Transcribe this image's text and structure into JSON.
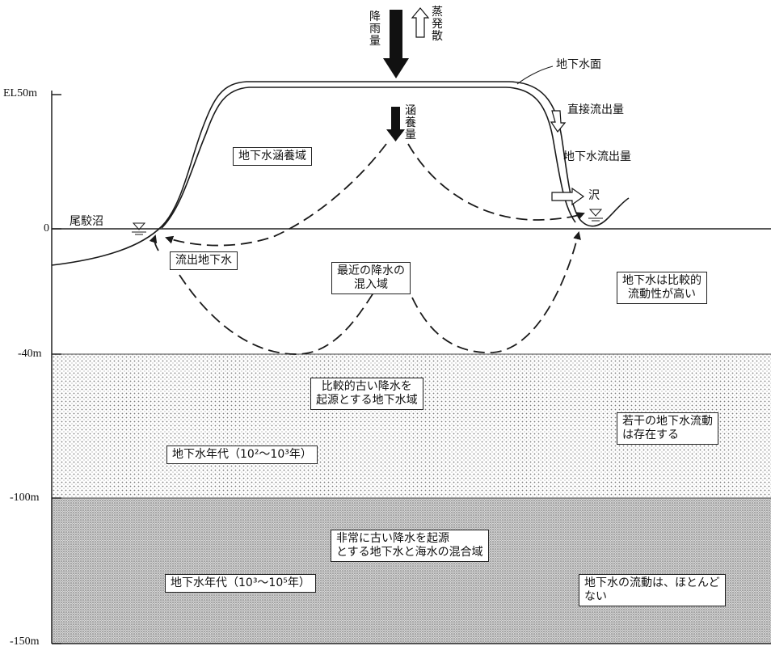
{
  "axis": {
    "labels": [
      "EL50m",
      "0",
      "-40m",
      "-100m",
      "-150m"
    ]
  },
  "top": {
    "rainfall": "降雨量",
    "evaporation": "蒸発散",
    "recharge": "涵養量"
  },
  "surface": {
    "water_table": "地下水面",
    "direct_runoff": "直接流出量",
    "groundwater_runoff": "地下水流出量",
    "marsh_left": "尾駮沼",
    "stream_right": "沢"
  },
  "zones": {
    "recharge_area": "地下水涵養域",
    "outflow_gw": "流出地下水",
    "recent_mix": [
      "最近の降水の",
      "混入域"
    ],
    "high_mobility": [
      "地下水は比較的",
      "流動性が高い"
    ],
    "older_origin": [
      "比較的古い降水を",
      "起源とする地下水域"
    ],
    "some_flow": [
      "若干の地下水流動",
      "は存在する"
    ],
    "age_mid": "地下水年代（10²〜10³年）",
    "very_old": [
      "非常に古い降水を起源",
      "とする地下水と海水の混合域"
    ],
    "age_deep": "地下水年代（10³〜10⁵年）",
    "no_flow": [
      "地下水の流動は、ほとんど",
      "ない"
    ]
  },
  "colors": {
    "line": "#1a1a1a",
    "dot_mid": "#777777",
    "dot_deep": "#555555",
    "bg": "#ffffff"
  }
}
